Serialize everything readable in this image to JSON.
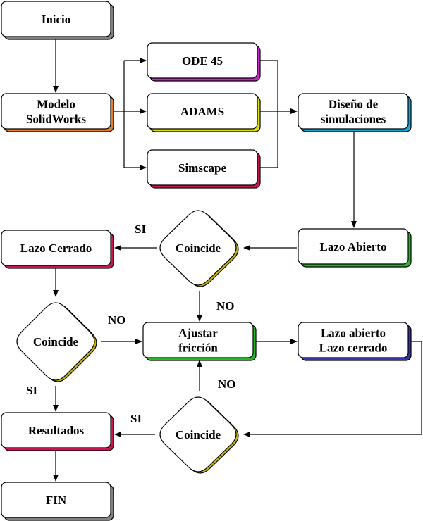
{
  "nodes": {
    "inicio": {
      "label": [
        "Inicio"
      ],
      "accent": "#808080"
    },
    "modelo": {
      "label": [
        "Modelo",
        "SolidWorks"
      ],
      "accent": "#e67e22"
    },
    "ode45": {
      "label": [
        "ODE 45"
      ],
      "accent": "#cc22cc"
    },
    "adams": {
      "label": [
        "ADAMS"
      ],
      "accent": "#e0e000"
    },
    "simscape": {
      "label": [
        "Simscape"
      ],
      "accent": "#cc1155"
    },
    "diseno": {
      "label": [
        "Diseño de",
        "simulaciones"
      ],
      "accent": "#11aadd"
    },
    "lazo_abierto": {
      "label": [
        "Lazo Abierto"
      ],
      "accent": "#22bb22"
    },
    "coincide_top": {
      "label": [
        "Coincide"
      ],
      "accent": "#c8b400"
    },
    "lazo_cerrado": {
      "label": [
        "Lazo Cerrado"
      ],
      "accent": "#cc1155"
    },
    "coincide_left": {
      "label": [
        "Coincide"
      ],
      "accent": "#c8b400"
    },
    "ajustar": {
      "label": [
        "Ajustar",
        "fricción"
      ],
      "accent": "#22bb22"
    },
    "lazo_ambos": {
      "label": [
        "Lazo abierto",
        "Lazo cerrado"
      ],
      "accent": "#3333aa"
    },
    "coincide_bottom": {
      "label": [
        "Coincide"
      ],
      "accent": "#c8b400"
    },
    "resultados": {
      "label": [
        "Resultados"
      ],
      "accent": "#cc1155"
    },
    "fin": {
      "label": [
        "FIN"
      ],
      "accent": "#808080"
    }
  },
  "edge_labels": {
    "si_top": "SI",
    "no_top": "NO",
    "no_left": "NO",
    "si_left": "SI",
    "no_bottom": "NO",
    "si_bottom": "SI"
  },
  "colors": {
    "line": "#000000",
    "background": "#ffffff"
  }
}
